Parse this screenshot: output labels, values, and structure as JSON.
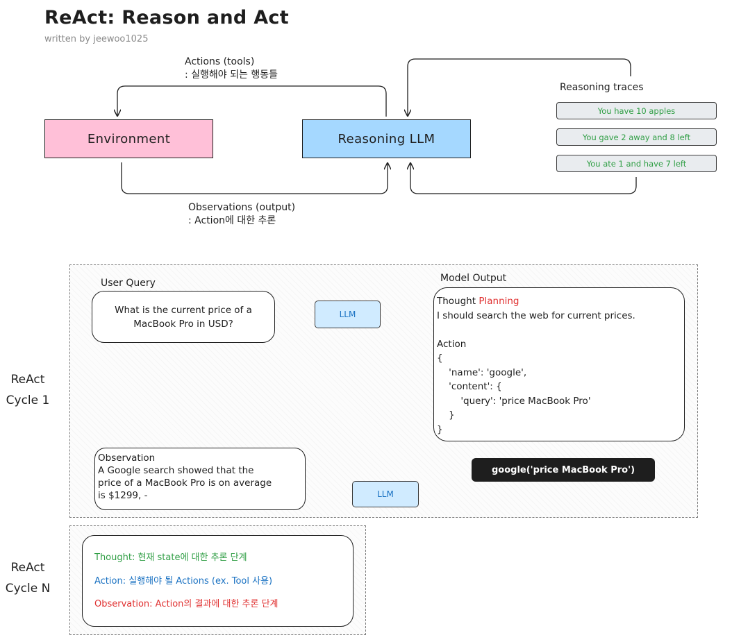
{
  "header": {
    "title": "ReAct: Reason and Act",
    "subtitle": "written by jeewoo1025"
  },
  "top": {
    "actions_label": [
      "Actions (tools)",
      ": 실행해야 되는 행동들"
    ],
    "observations_label": [
      "Observations (output)",
      ": Action에 대한 추론"
    ],
    "environment": "Environment",
    "reasoning_llm": "Reasoning LLM",
    "reasoning_traces_title": "Reasoning traces",
    "traces": [
      "You have 10 apples",
      "You gave 2 away and 8 left",
      "You ate 1 and have 7 left"
    ]
  },
  "cycle1": {
    "side_label": [
      "ReAct",
      "Cycle 1"
    ],
    "user_query_label": "User Query",
    "user_query": [
      "What is the current price of a",
      "MacBook Pro in USD?"
    ],
    "llm_pill": "LLM",
    "model_output_label": "Model Output",
    "thought_word": "Thought",
    "planning_word": "Planning",
    "output_lines": [
      "I should search the web for current prices.",
      "",
      "Action",
      "{",
      "    'name': 'google',",
      "    'content': {",
      "        'query': 'price MacBook Pro'",
      "    }",
      "}"
    ],
    "tool_call": "google('price MacBook Pro')",
    "llm_pill_2": "LLM",
    "observation_lines": [
      "Observation",
      "A Google search showed that the",
      "price of a MacBook Pro is on average",
      "is $1299, -"
    ]
  },
  "cycleN": {
    "side_label": [
      "ReAct",
      "Cycle N"
    ],
    "thought": "Thought: 현재 state에 대한 추론 단계",
    "action": "Action: 실행해야 될 Actions (ex. Tool 사용)",
    "observation": "Observation: Action의 결과에 대한 추론 단계"
  },
  "colors": {
    "environment_fill": "#ffc0d8",
    "llm_fill": "#a5d8ff",
    "trace_text": "#2f9e44",
    "planning": "#e03131",
    "pill_text": "#1971c2"
  }
}
